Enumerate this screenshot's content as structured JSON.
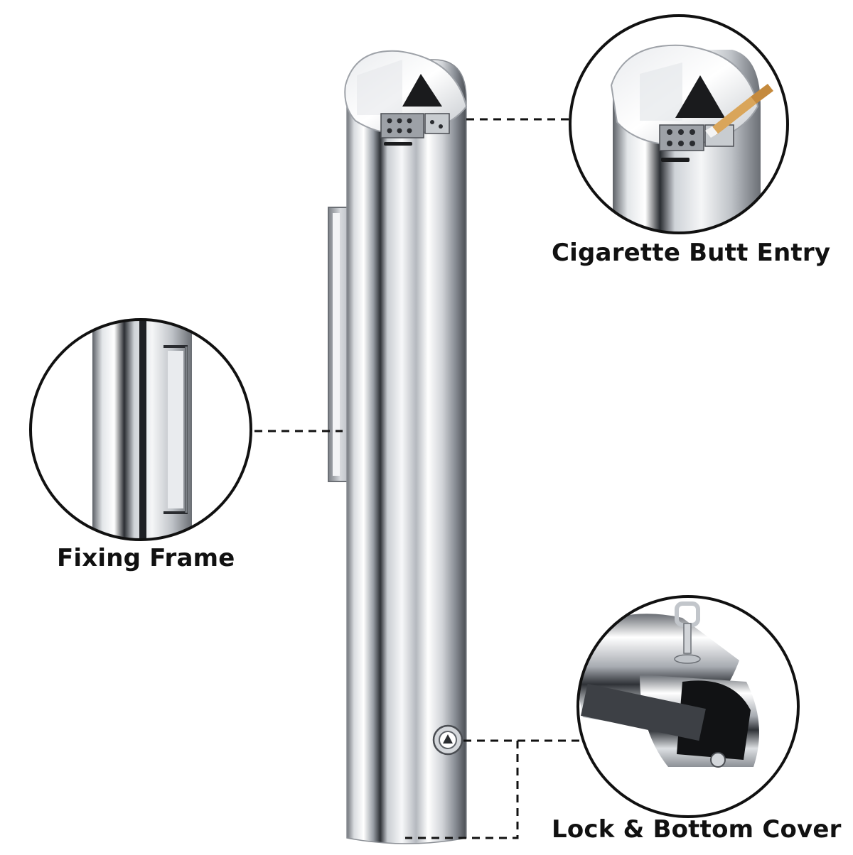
{
  "product": {
    "name_icon": "stainless-steel-wall-mounted-ashtray"
  },
  "callouts": {
    "cigarette_butt_entry": "Cigarette Butt Entry",
    "fixing_frame": "Fixing Frame",
    "lock_bottom_cover": "Lock & Bottom Cover"
  },
  "colors": {
    "steel_light": "#f2f3f5",
    "steel_mid": "#b8bcc2",
    "steel_dark": "#3c3f44",
    "leader_line": "#111111",
    "cigarette_filter": "#d9a55a"
  }
}
